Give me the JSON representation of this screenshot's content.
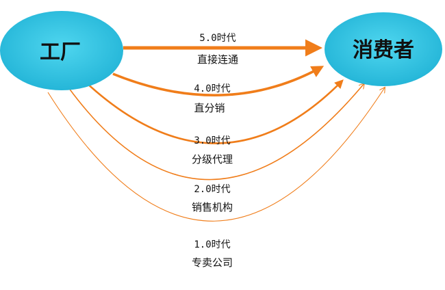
{
  "nodes": {
    "factory": {
      "label": "工厂",
      "color": "#38c9e6"
    },
    "consumer": {
      "label": "消费者",
      "color": "#38c9e6"
    }
  },
  "arrow_color": "#f07d1a",
  "routes": [
    {
      "era": "5.0时代",
      "channel": "直接连通"
    },
    {
      "era": "4.0时代",
      "channel": "直分销"
    },
    {
      "era": "3.0时代",
      "channel": "分级代理"
    },
    {
      "era": "2.0时代",
      "channel": "销售机构"
    },
    {
      "era": "1.0时代",
      "channel": "专卖公司"
    }
  ]
}
